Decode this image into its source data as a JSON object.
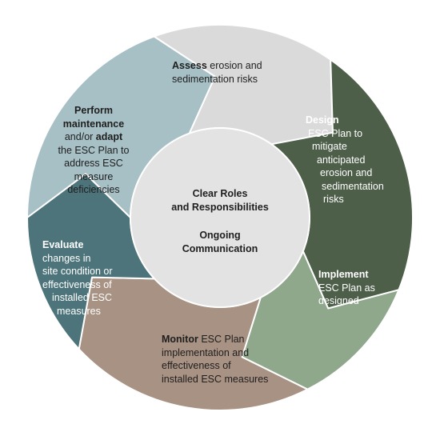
{
  "colors": {
    "assess": "#dadada",
    "design": "#4d5e49",
    "implement": "#8fa88c",
    "monitor": "#a89283",
    "evaluate": "#4c747a",
    "perform": "#a7c0c6",
    "center_fill": "#e3e3e3",
    "separator": "#ffffff"
  },
  "segments": [
    {
      "id": "assess",
      "bold": "Assess",
      "lines": [
        "erosion and",
        "sedimentation risks"
      ]
    },
    {
      "id": "design",
      "bold": "Design",
      "lines": [
        "ESC Plan to",
        "mitigate",
        "anticipated",
        "erosion and",
        "sedimentation",
        "risks"
      ]
    },
    {
      "id": "implement",
      "bold": "Implement",
      "lines": [
        "ESC Plan as",
        "designed"
      ]
    },
    {
      "id": "monitor",
      "bold": "Monitor",
      "lines": [
        "ESC Plan",
        "implementation and",
        "effectiveness of",
        "installed ESC measures"
      ]
    },
    {
      "id": "evaluate",
      "bold": "Evaluate",
      "lines": [
        "changes in",
        "site condition or",
        "effectiveness of",
        "installed ESC",
        "measures"
      ]
    },
    {
      "id": "perform",
      "bold1": "Perform",
      "bold2": "maintenance",
      "mid": "and/or",
      "bold3": "adapt",
      "lines": [
        "the ESC Plan to",
        "address ESC",
        "measure",
        "deficiencies"
      ]
    }
  ],
  "center": {
    "line1": "Clear Roles",
    "line2": "and Responsibilities",
    "line3": "Ongoing",
    "line4": "Communication"
  }
}
